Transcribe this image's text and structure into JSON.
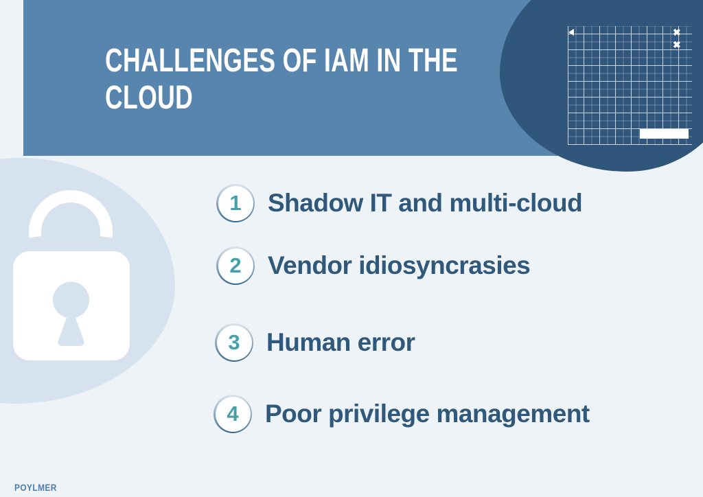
{
  "colors": {
    "bg": "#eef3f8",
    "header": "#5885ad",
    "darkblob": "#30577b",
    "lightblob": "#d6e2ed",
    "itemtext": "#2f587a",
    "teal": "#45a1a7",
    "brand": "#4c7dad"
  },
  "header": {
    "title_line1": "CHALLENGES OF IAM IN THE",
    "title_line2": "CLOUD"
  },
  "list": {
    "items": [
      {
        "number": "1",
        "label": "Shadow IT and multi-cloud"
      },
      {
        "number": "2",
        "label": "Vendor idiosyncrasies"
      },
      {
        "number": "3",
        "label": "Human error"
      },
      {
        "number": "4",
        "label": "Poor privilege management"
      }
    ]
  },
  "decor": {
    "x_mark": "✖",
    "icons": [
      "grid-pattern",
      "cursor-arrow-icon",
      "x-mark-icon",
      "progress-bar",
      "padlock-icon"
    ]
  },
  "footer": {
    "brand": "POYLMER"
  }
}
